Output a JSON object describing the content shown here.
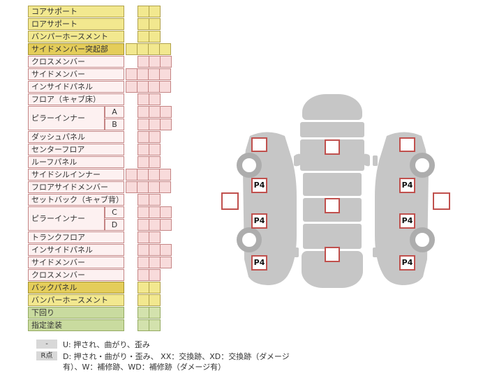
{
  "table": {
    "rows": [
      {
        "label": "コアサポート",
        "color": "yellow",
        "start": 1,
        "count": 2
      },
      {
        "label": "ロアサポート",
        "color": "yellow",
        "start": 1,
        "count": 2
      },
      {
        "label": "バンパーホースメント",
        "color": "yellow",
        "start": 1,
        "count": 2
      },
      {
        "label": "サイドメンバー突起部",
        "color": "gold",
        "start": 0,
        "count": 4
      },
      {
        "label": "クロスメンバー",
        "color": "pink",
        "start": 1,
        "count": 3
      },
      {
        "label": "サイドメンバー",
        "color": "pink",
        "start": 0,
        "count": 4
      },
      {
        "label": "インサイドパネル",
        "color": "pink",
        "start": 0,
        "count": 4
      },
      {
        "label": "フロア（キャブ床）",
        "color": "pink",
        "start": 1,
        "count": 2
      },
      {
        "label": "ピラーインナー",
        "color": "pink",
        "subs": [
          "A",
          "B"
        ],
        "start": 1,
        "count": 3
      },
      {
        "label": "ダッシュパネル",
        "color": "pink",
        "start": 1,
        "count": 2
      },
      {
        "label": "センターフロア",
        "color": "pink",
        "start": 1,
        "count": 2
      },
      {
        "label": "ルーフパネル",
        "color": "pink",
        "start": 1,
        "count": 2
      },
      {
        "label": "サイドシルインナー",
        "color": "pink",
        "start": 0,
        "count": 4
      },
      {
        "label": "フロアサイドメンバー",
        "color": "pink",
        "start": 0,
        "count": 4
      },
      {
        "label": "セットバック（キャブ背）",
        "color": "pink",
        "start": 1,
        "count": 2
      },
      {
        "label": "ピラーインナー",
        "color": "pink",
        "subs": [
          "C",
          "D"
        ],
        "start": 1,
        "count": 3
      },
      {
        "label": "トランクフロア",
        "color": "pink",
        "start": 1,
        "count": 2
      },
      {
        "label": "インサイドパネル",
        "color": "pink",
        "start": 1,
        "count": 3
      },
      {
        "label": "サイドメンバー",
        "color": "pink",
        "start": 1,
        "count": 3
      },
      {
        "label": "クロスメンバー",
        "color": "pink",
        "start": 1,
        "count": 2
      },
      {
        "label": "バックパネル",
        "color": "gold",
        "start": 1,
        "count": 2
      },
      {
        "label": "バンパーホースメント",
        "color": "yellow",
        "start": 1,
        "count": 2
      },
      {
        "label": "下回り",
        "color": "green",
        "start": 1,
        "count": 2
      },
      {
        "label": "指定塗装",
        "color": "green",
        "start": 1,
        "count": 2
      }
    ]
  },
  "diagram": {
    "left_car": {
      "boxes": [
        "",
        "P4",
        "P4",
        "P4"
      ]
    },
    "center_car": {
      "boxes": [
        "",
        "",
        ""
      ]
    },
    "right_car": {
      "boxes": [
        "",
        "P4",
        "P4",
        "P4"
      ]
    },
    "outer_left_box": "",
    "outer_right_box": ""
  },
  "legend": {
    "items": [
      {
        "key": "-",
        "text": "U: 押され、曲がり、歪み"
      },
      {
        "key": "R点",
        "text": "D: 押され・曲がり・歪み、 XX：交換跡、XD：交換跡（ダメージ有）、W：補修跡、WD：補修跡（ダメージ有）"
      }
    ]
  },
  "colors": {
    "yellow_row": "#f2e88f",
    "gold_row": "#e4cd5a",
    "pink_label": "#fdf1f1",
    "pink_cell": "#f8dbdb",
    "green_label": "#c9db9f",
    "green_cell": "#d3e2ad",
    "cell_border_pink": "#c48484",
    "marker_border": "#c0504d",
    "car_gray": "#c6c6c6",
    "wheel_gray": "#adadad"
  }
}
